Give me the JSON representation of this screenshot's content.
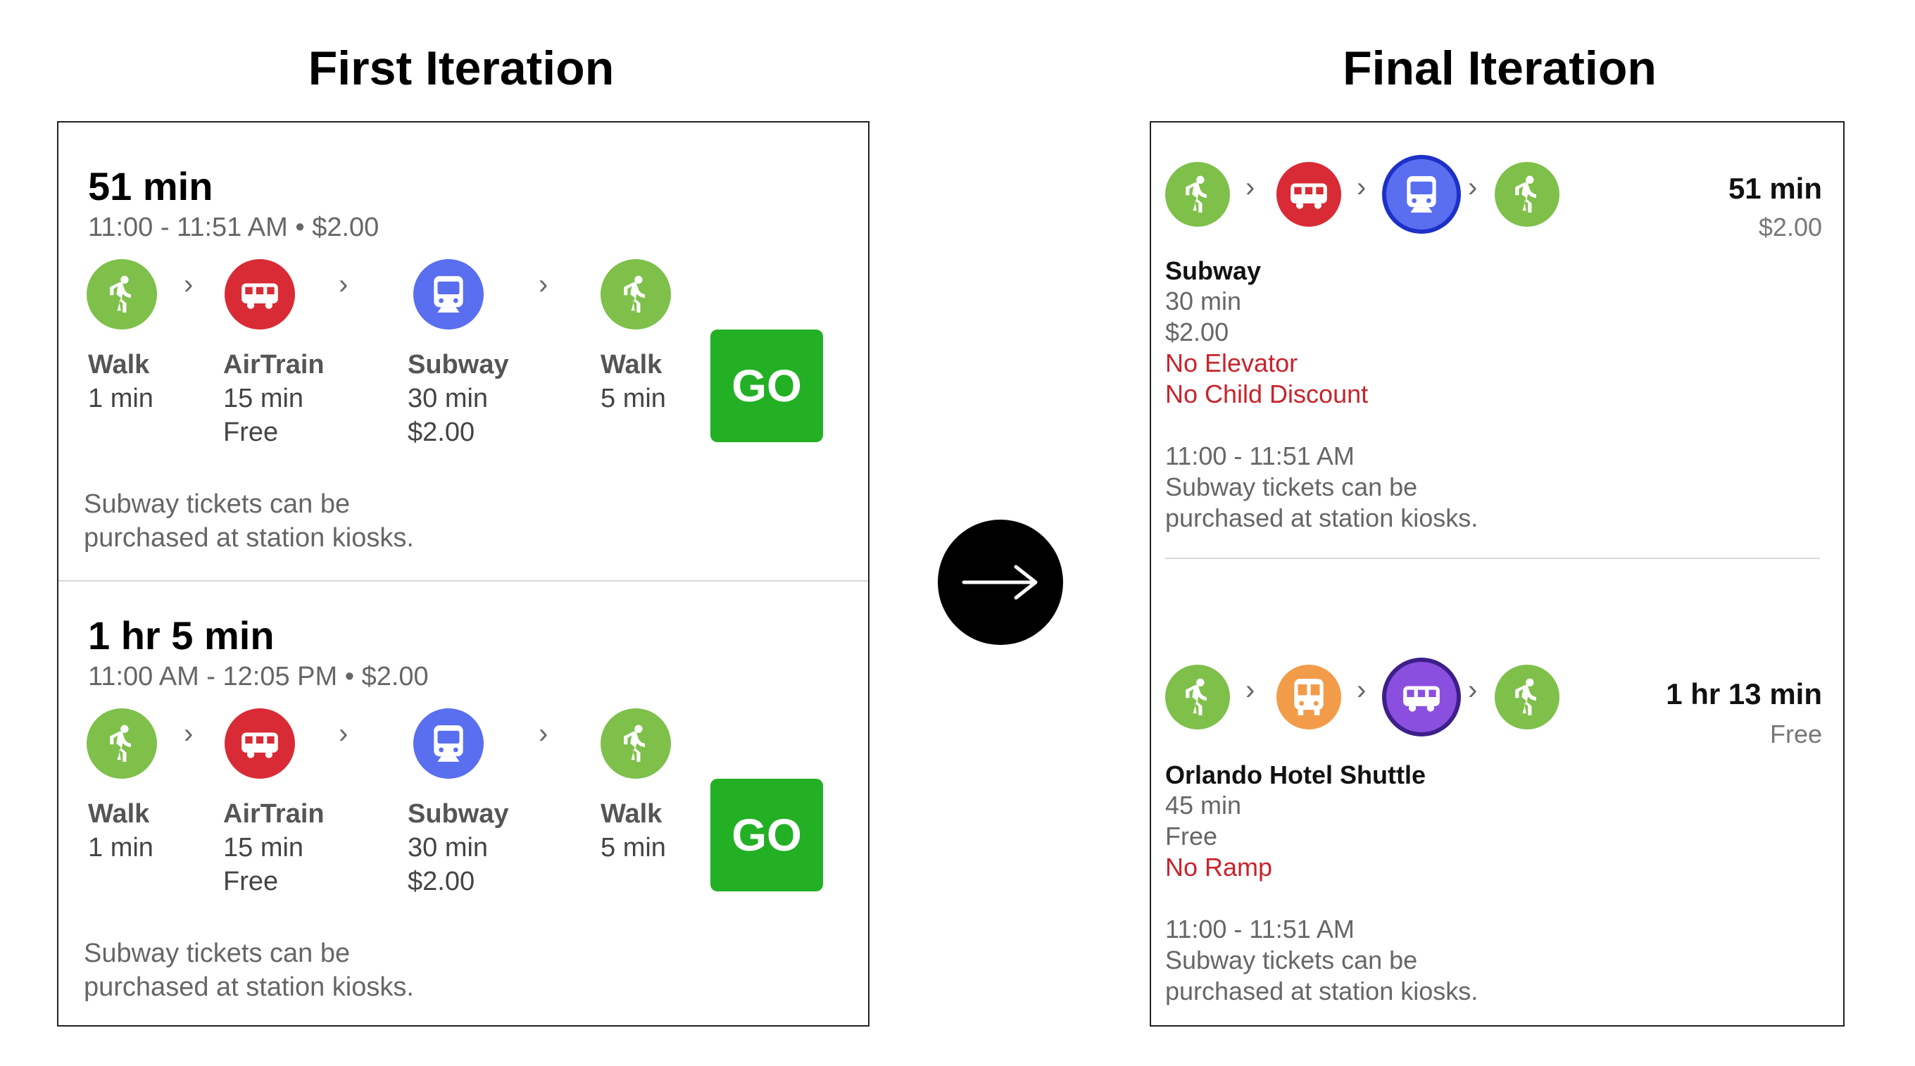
{
  "headings": {
    "left": "First Iteration",
    "right": "Final Iteration"
  },
  "first": {
    "routes": [
      {
        "duration": "51 min",
        "summary": "11:00 - 11:51 AM • $2.00",
        "legs": [
          {
            "icon": "walk-icon",
            "name": "Walk",
            "lines": [
              "1 min"
            ]
          },
          {
            "icon": "airtrain-icon",
            "name": "AirTrain",
            "lines": [
              "15 min",
              "Free"
            ]
          },
          {
            "icon": "subway-icon",
            "name": "Subway",
            "lines": [
              "30 min",
              "$2.00"
            ]
          },
          {
            "icon": "walk-icon",
            "name": "Walk",
            "lines": [
              "5 min"
            ]
          }
        ],
        "go_label": "GO",
        "note_line1": "Subway tickets can be",
        "note_line2": "purchased at station kiosks."
      },
      {
        "duration": "1 hr 5 min",
        "summary": "11:00 AM - 12:05 PM • $2.00",
        "legs": [
          {
            "icon": "walk-icon",
            "name": "Walk",
            "lines": [
              "1 min"
            ]
          },
          {
            "icon": "airtrain-icon",
            "name": "AirTrain",
            "lines": [
              "15 min",
              "Free"
            ]
          },
          {
            "icon": "subway-icon",
            "name": "Subway",
            "lines": [
              "30 min",
              "$2.00"
            ]
          },
          {
            "icon": "walk-icon",
            "name": "Walk",
            "lines": [
              "5 min"
            ]
          }
        ],
        "go_label": "GO",
        "note_line1": "Subway tickets can be",
        "note_line2": "purchased at station kiosks."
      }
    ]
  },
  "final": {
    "routes": [
      {
        "duration": "51 min",
        "price": "$2.00",
        "icons": [
          "walk-icon",
          "airtrain-icon",
          "subway-icon",
          "walk-icon"
        ],
        "selected_leg": "Subway",
        "selected_time": "30 min",
        "selected_price": "$2.00",
        "warnings": [
          "No Elevator",
          "No Child Discount"
        ],
        "time_range": "11:00 - 11:51 AM",
        "note_line1": "Subway tickets can be",
        "note_line2": "purchased at station kiosks."
      },
      {
        "duration": "1 hr 13 min",
        "price": "Free",
        "icons": [
          "walk-icon",
          "bus-icon",
          "shuttle-icon",
          "walk-icon"
        ],
        "selected_leg": "Orlando Hotel Shuttle",
        "selected_time": "45 min",
        "selected_price": "Free",
        "warnings": [
          "No Ramp"
        ],
        "time_range": "11:00 - 11:51 AM",
        "note_line1": "Subway tickets can be",
        "note_line2": "purchased at station kiosks."
      }
    ]
  },
  "colors": {
    "walk": "#7ec04a",
    "airtrain": "#d92b35",
    "subway": "#5a6ef0",
    "bus": "#f29c4a",
    "shuttle": "#8b4fe0",
    "go": "#23b024",
    "warning": "#c8232c"
  }
}
